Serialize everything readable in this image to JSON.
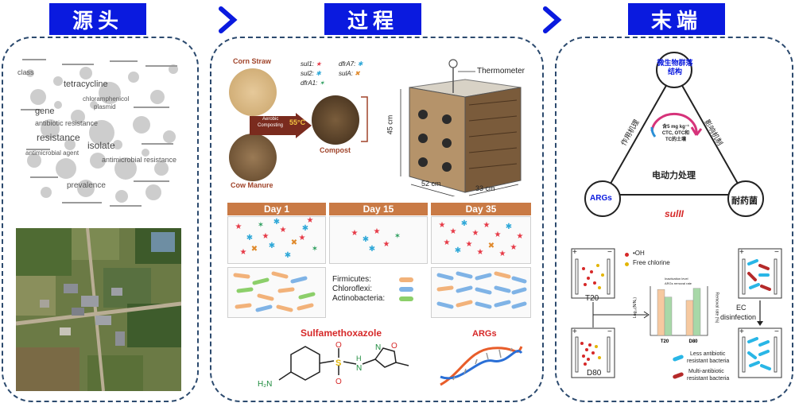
{
  "headers": {
    "source": "源头",
    "process": "过程",
    "end": "末端"
  },
  "wordcloud": {
    "words": [
      "class",
      "tetracycline",
      "gene",
      "antibiotic resistance",
      "resistance",
      "isolate",
      "antimicrobial resistance",
      "antimicrobial agent",
      "prevalence",
      "chloramphenicol",
      "plasmid"
    ]
  },
  "compost": {
    "corn_straw": "Corn Straw",
    "cow_manure": "Cow Manure",
    "arrow_top": "Aerobic",
    "arrow_bottom": "Composting",
    "temp": "55°C",
    "compost": "Compost",
    "thermometer": "Thermometer",
    "dim_height": "45 cm",
    "dim_width": "52 cm",
    "dim_depth": "33 cm"
  },
  "gene_legend": [
    {
      "label": "sul1:",
      "color": "#e63946"
    },
    {
      "label": "dfrA7:",
      "color": "#2fa8d8"
    },
    {
      "label": "sul2:",
      "color": "#2fa8d8"
    },
    {
      "label": "sulA:",
      "color": "#e08a2c"
    },
    {
      "label": "dfrA1:",
      "color": "#2a9d5c"
    }
  ],
  "days": [
    "Day 1",
    "Day 15",
    "Day 35"
  ],
  "bacteria_legend": [
    {
      "label": "Firmicutes:",
      "color": "#f2b27a"
    },
    {
      "label": "Chloroflexi:",
      "color": "#7fb3e6"
    },
    {
      "label": "Actinobacteria:",
      "color": "#8ccf6a"
    }
  ],
  "drug": {
    "name": "Sulfamethoxazole",
    "args": "ARGs",
    "atom_s": "S",
    "atom_o1": "O",
    "atom_o2": "O",
    "atom_n": "N",
    "atom_h": "H",
    "atom_o3": "O",
    "atom_n2": "N",
    "atom_nh2": "H₂N"
  },
  "triangle": {
    "top": "微生物群落结构",
    "left": "ARGs",
    "right": "耐药菌",
    "side_left": "作用机理",
    "side_right": "影响机制",
    "center_text": "含5 mg kg⁻¹ CTC, OTC和TC的土壤",
    "center_label": "电动力处理",
    "bottom_label": "sulII"
  },
  "disinfection": {
    "oh": "•OH",
    "chlorine": "Free chlorine",
    "t20": "T20",
    "d80": "D80",
    "ec": "EC",
    "ec2": "disinfection",
    "less": "Less antibiotic",
    "less2": "resistant bacteria",
    "multi": "Multi-antibiotic",
    "multi2": "resistant bacteria",
    "chart_x1": "T20",
    "chart_x2": "D80",
    "chart_legend1": "Inactivation level",
    "chart_legend2": "ARGs removal rate",
    "chart_ylabel": "Log₁₀(N/N₀)",
    "chart_ylabel2": "Removal rate (%)",
    "plus": "+",
    "minus": "−"
  },
  "chart_data": {
    "type": "bar",
    "categories": [
      "T20",
      "D80"
    ],
    "series": [
      {
        "name": "Inactivation level",
        "values": [
          4.2,
          3.2
        ]
      },
      {
        "name": "ARGs removal rate",
        "values": [
          3.5,
          4.3
        ]
      }
    ],
    "ylim": [
      0,
      4.5
    ],
    "colors": [
      "#f6c9a0",
      "#a8d8a8"
    ]
  }
}
